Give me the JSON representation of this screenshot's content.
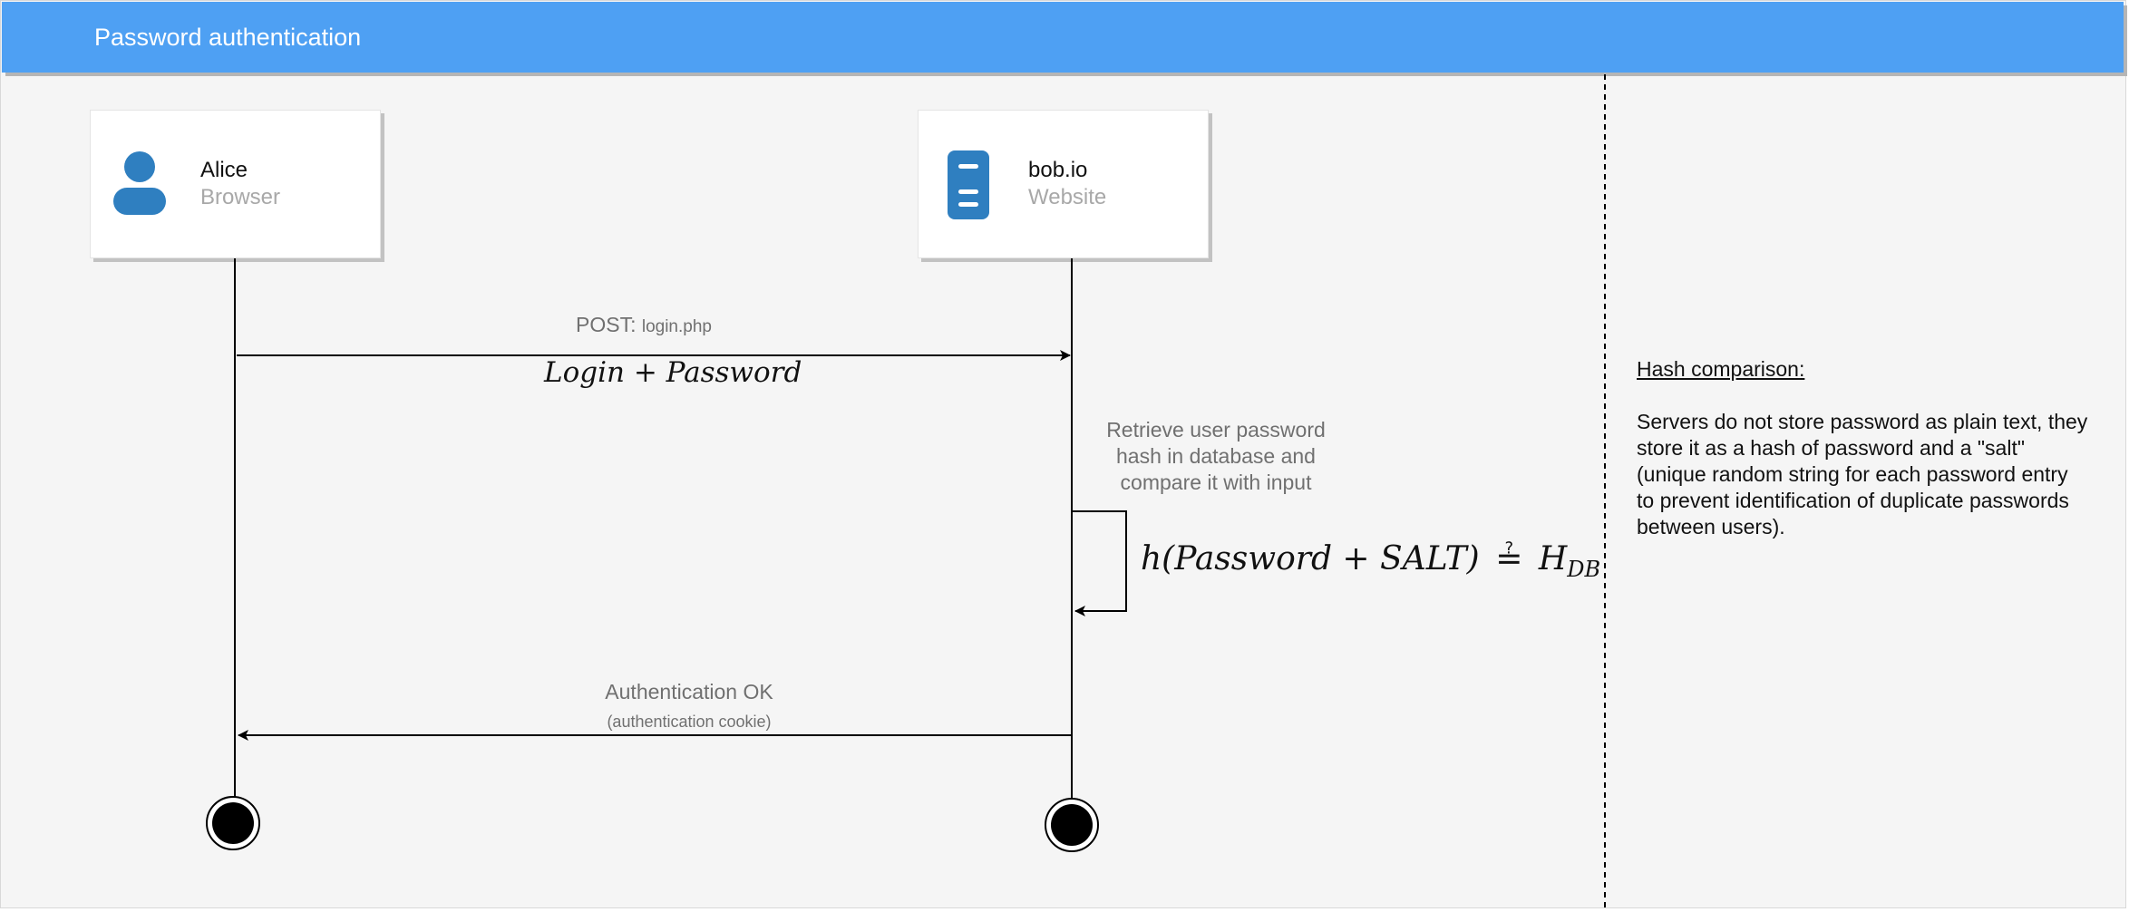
{
  "header": {
    "title": "Password authentication"
  },
  "actors": [
    {
      "name": "Alice",
      "role": "Browser",
      "icon": "user-icon"
    },
    {
      "name": "bob.io",
      "role": "Website",
      "icon": "server-icon"
    }
  ],
  "messages": {
    "post": {
      "method": "POST:",
      "target": "login.php",
      "payload": "Login + Password"
    },
    "retrieve": {
      "lines": [
        "Retrieve user password",
        "hash in database and",
        "compare it with input"
      ]
    },
    "hash_formula": {
      "lhs": "h(Password + SALT)",
      "op": "≟",
      "rhs": "H",
      "rhs_sub": "DB"
    },
    "auth_ok": {
      "label": "Authentication OK",
      "detail": "(authentication cookie)"
    }
  },
  "note": {
    "title": "Hash comparison:",
    "body": "Servers do not store password as plain text, they store it as a hash of password and a \"salt\" (unique random string for each password entry to prevent identification of duplicate passwords between users)."
  },
  "colors": {
    "header": "#4ea0f3",
    "icon": "#2f7fc0",
    "background": "#f5f5f5",
    "line": "#000000"
  }
}
